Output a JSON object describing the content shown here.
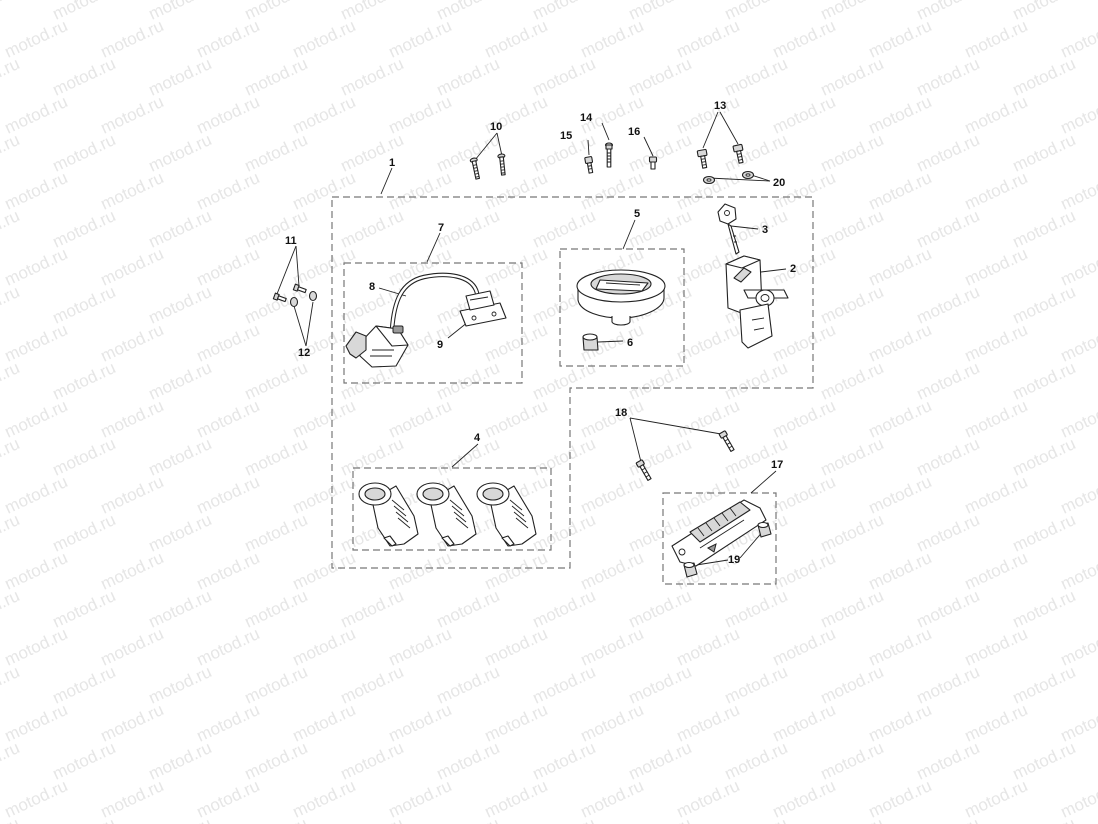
{
  "watermark": {
    "text": "motod.ru"
  },
  "labels": {
    "n1": "1",
    "n2": "2",
    "n3": "3",
    "n4": "4",
    "n5": "5",
    "n6": "6",
    "n7": "7",
    "n8": "8",
    "n9": "9",
    "n10": "10",
    "n11": "11",
    "n12": "12",
    "n13": "13",
    "n14": "14",
    "n15": "15",
    "n16": "16",
    "n17": "17",
    "n18": "18",
    "n19": "19",
    "n20": "20"
  }
}
